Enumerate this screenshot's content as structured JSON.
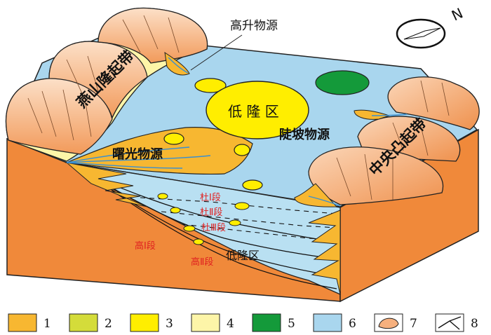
{
  "labels": {
    "gaosheng": "高升物源",
    "yanshan": "燕山隆起带",
    "shuguang": "曙光物源",
    "diqu_top": "低 隆 区",
    "dupo": "陡坡物源",
    "zhongyang": "中央凸起带",
    "du1": "杜Ⅰ段",
    "du2": "杜Ⅱ段",
    "du3": "杜Ⅲ段",
    "gao1": "高Ⅰ段",
    "gao2": "高Ⅱ段",
    "diqu_bottom": "低隆区"
  },
  "compass": {
    "letter": "N"
  },
  "legend": [
    {
      "num": "1",
      "color": "#f7b731"
    },
    {
      "num": "2",
      "color": "#d4dc3a"
    },
    {
      "num": "3",
      "color": "#ffee00"
    },
    {
      "num": "4",
      "color": "#fdf5a8"
    },
    {
      "num": "5",
      "color": "#149a3a"
    },
    {
      "num": "6",
      "color": "#a9d6ee"
    },
    {
      "num": "7",
      "color": "#f6b07e"
    },
    {
      "num": "8",
      "color": "#ffffff"
    }
  ],
  "colors": {
    "lake": "#a9d6ee",
    "front": "#f0893a",
    "uplift": "#f8c09a",
    "fan": "#f7b731",
    "yellow": "#ffee00",
    "green": "#149a3a",
    "pale": "#fdf5a8",
    "channel": "#3a8fd0"
  }
}
